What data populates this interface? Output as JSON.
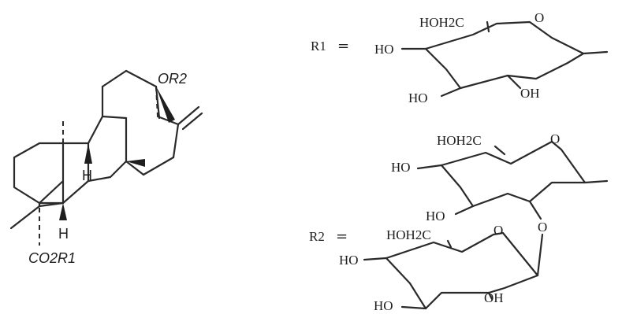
{
  "core": {
    "substituent_top": "OR2",
    "h_upper": "H",
    "h_lower": "H",
    "substituent_bottom": "CO2R1"
  },
  "r1": {
    "label": "R1",
    "equals": "=",
    "hoh2c": "HOH2C",
    "o_ring": "O",
    "ho_left": "HO",
    "ho_bottom": "HO",
    "oh_bottom": "OH"
  },
  "r2": {
    "label": "R2",
    "equals": "=",
    "upper": {
      "hoh2c": "HOH2C",
      "o_ring": "O",
      "ho_left": "HO",
      "ho_bottom": "HO",
      "o_link": "O"
    },
    "lower": {
      "hoh2c": "HOH2C",
      "o_ring": "O",
      "ho_left": "HO",
      "ho_bottom": "HO",
      "oh_bottom": "OH"
    }
  }
}
